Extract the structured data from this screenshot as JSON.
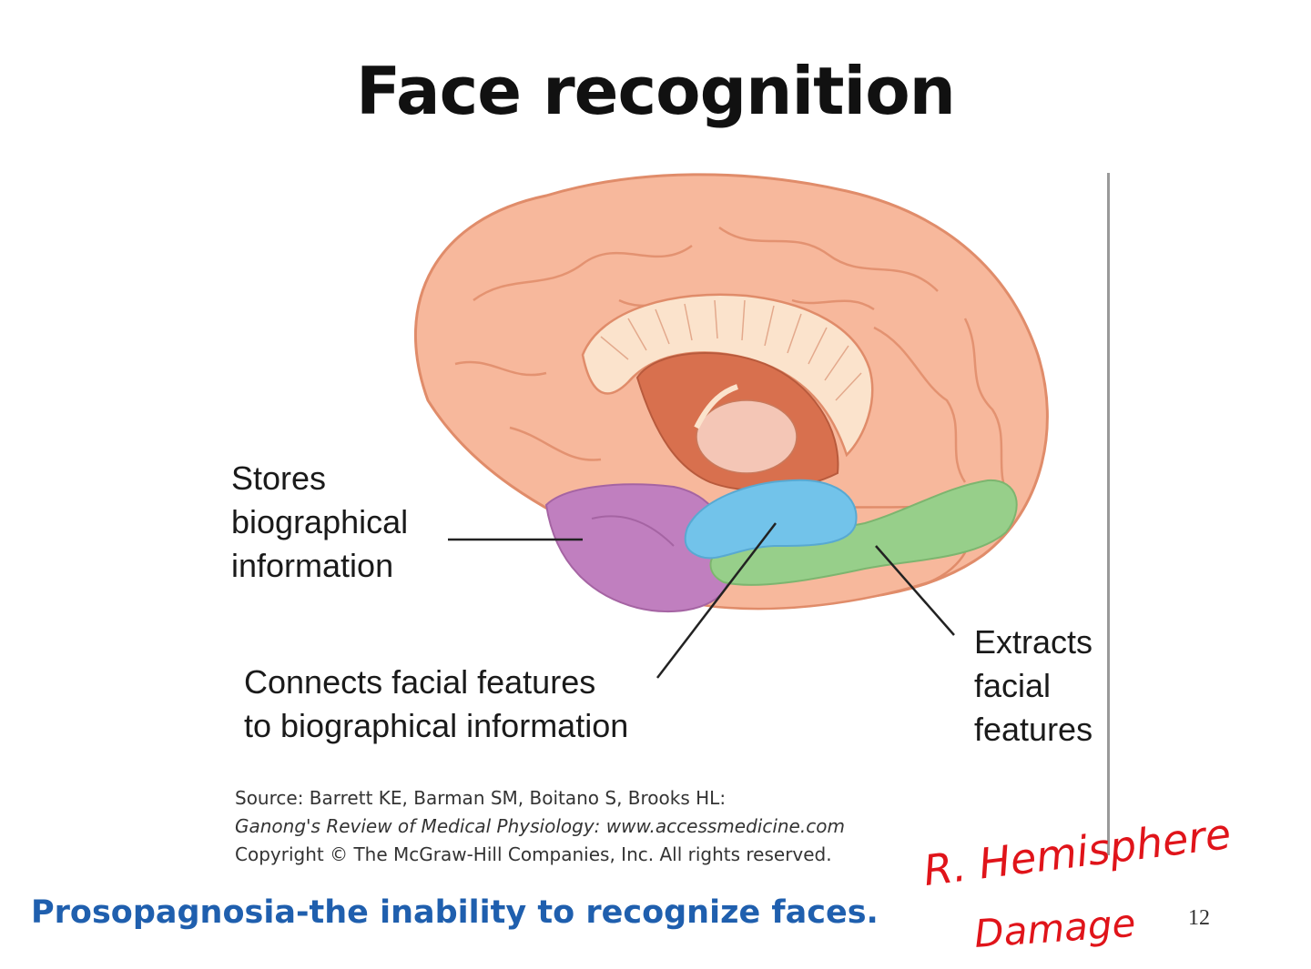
{
  "slide": {
    "title": "Face recognition",
    "caption": "Prosopagnosia-the inability to recognize faces.",
    "page_number": "12"
  },
  "figure": {
    "labels": {
      "stores": [
        "Stores",
        "biographical",
        "information"
      ],
      "connects": [
        "Connects facial features",
        "to biographical information"
      ],
      "extracts": [
        "Extracts",
        "facial",
        "features"
      ]
    },
    "source": {
      "line1": "Source: Barrett KE, Barman SM, Boitano S, Brooks HL:",
      "line2": "Ganong's Review of Medical Physiology: www.accessmedicine.com",
      "line3": "Copyright © The McGraw-Hill Companies, Inc. All rights reserved."
    },
    "colors": {
      "cortex": "#f7b89c",
      "cortex_outline": "#e08c6a",
      "corpus_callosum": "#fbe3cc",
      "thalamus": "#d8704e",
      "stores_region": "#c07fbf",
      "connects_region": "#72c3ea",
      "extracts_region": "#97cf8a"
    }
  },
  "annotation": {
    "line1": "R. Hemisphere",
    "line2": "Damage",
    "color": "#e0141a"
  }
}
